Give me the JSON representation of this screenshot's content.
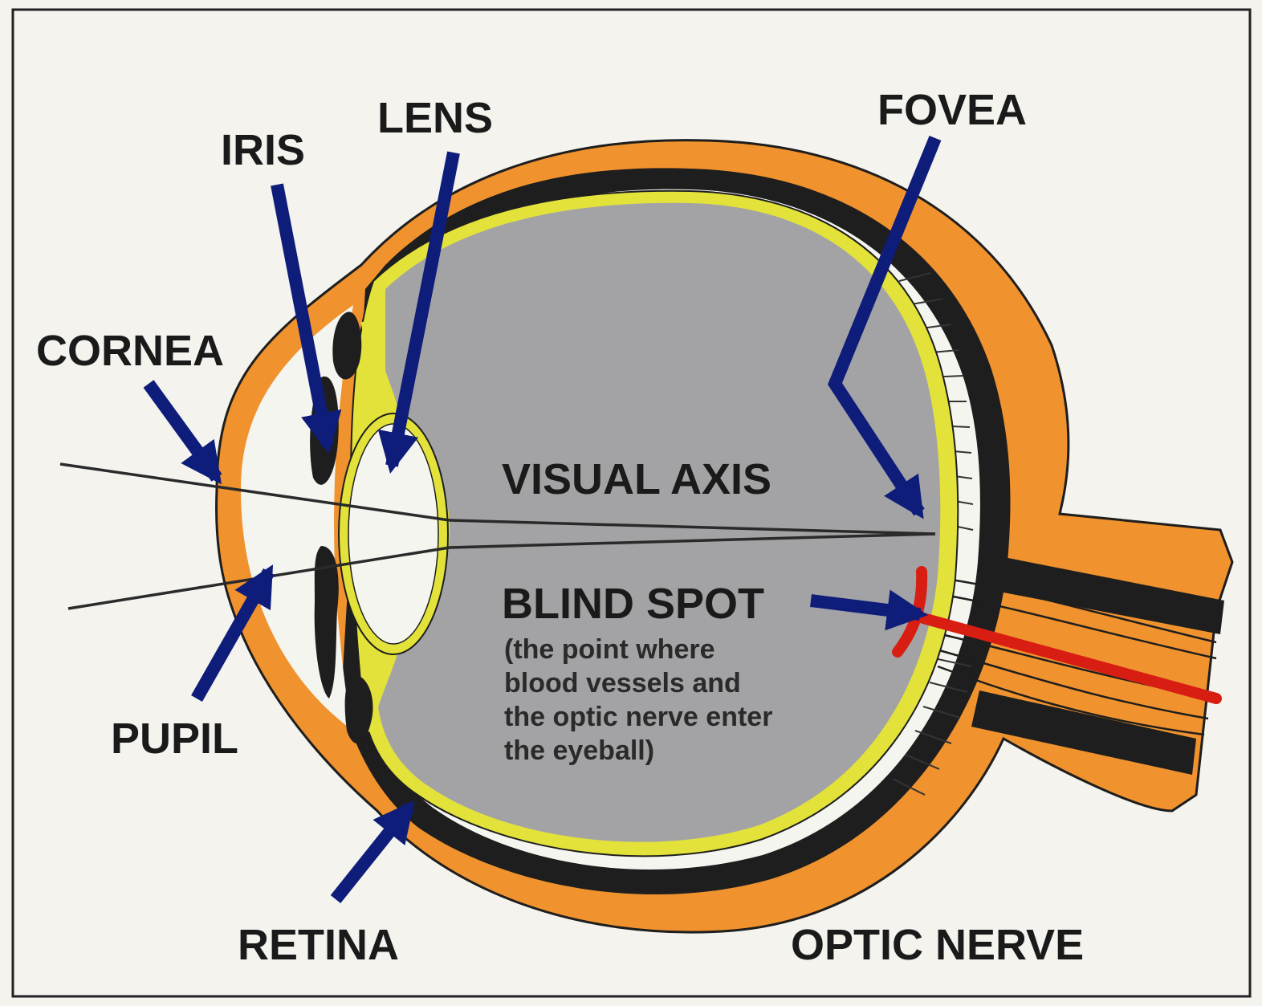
{
  "labels": {
    "lens": "LENS",
    "iris": "IRIS",
    "fovea": "FOVEA",
    "cornea": "CORNEA",
    "visual_axis": "VISUAL AXIS",
    "blind_spot": "BLIND SPOT",
    "pupil": "PUPIL",
    "retina": "RETINA",
    "optic_nerve": "OPTIC NERVE"
  },
  "blind_spot_note": [
    "(the point where",
    "blood vessels and",
    "the optic nerve enter",
    "the eyeball)"
  ],
  "colors": {
    "background": "#f4f3ee",
    "frame": "#222222",
    "sclera": "#f0922e",
    "choroid": "#1e1e1e",
    "retina": "#e3e23a",
    "vitreous": "#a3a3a6",
    "arrow": "#0f1d7a",
    "blood_vessel": "#d81e12",
    "visual_axis_line": "#2a2a2a"
  }
}
